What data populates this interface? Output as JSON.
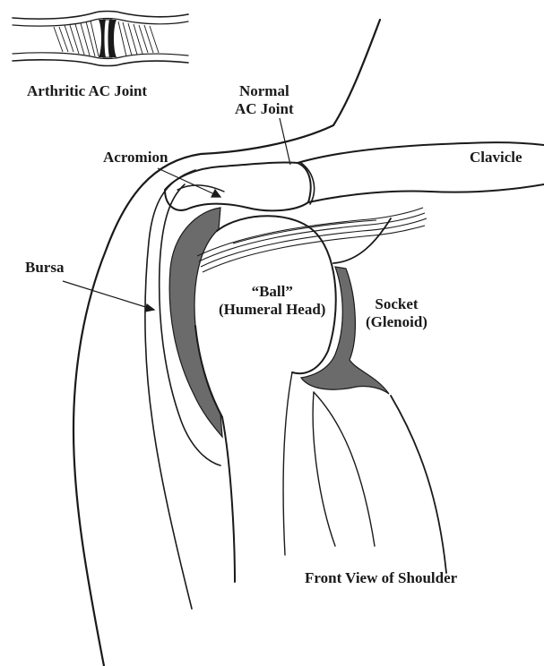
{
  "labels": {
    "arthritic_ac_joint": "Arthritic AC Joint",
    "normal_ac_joint": [
      "Normal",
      "AC Joint"
    ],
    "acromion": "Acromion",
    "clavicle": "Clavicle",
    "bursa": "Bursa",
    "ball": [
      "“Ball”",
      "(Humeral Head)"
    ],
    "socket": [
      "Socket",
      "(Glenoid)"
    ],
    "caption": "Front View of Shoulder"
  },
  "colors": {
    "ink": "#1a1a1a",
    "cartilage": "#6b6b6b",
    "background": "#ffffff"
  }
}
